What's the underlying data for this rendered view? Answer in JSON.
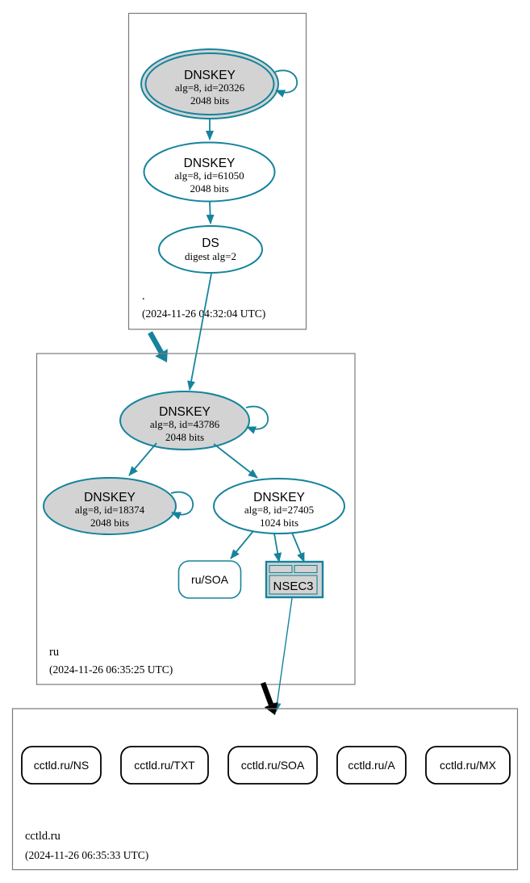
{
  "colors": {
    "secure_teal": "#15839c",
    "insecure_black": "#000000",
    "ksk_fill_gray": "#d3d3d3",
    "zone_box_border": "#7a7a7a"
  },
  "zones": [
    {
      "label": ".",
      "timestamp": "(2024-11-26 04:32:04 UTC)",
      "nodes": {
        "ksk": {
          "title": "DNSKEY",
          "detail": "alg=8, id=20326",
          "size": "2048 bits"
        },
        "zsk": {
          "title": "DNSKEY",
          "detail": "alg=8, id=61050",
          "size": "2048 bits"
        },
        "ds": {
          "title": "DS",
          "detail": "digest alg=2"
        }
      }
    },
    {
      "label": "ru",
      "timestamp": "(2024-11-26 06:35:25 UTC)",
      "nodes": {
        "ksk": {
          "title": "DNSKEY",
          "detail": "alg=8, id=43786",
          "size": "2048 bits"
        },
        "key18374": {
          "title": "DNSKEY",
          "detail": "alg=8, id=18374",
          "size": "2048 bits"
        },
        "zsk": {
          "title": "DNSKEY",
          "detail": "alg=8, id=27405",
          "size": "1024 bits"
        },
        "soa": {
          "label": "ru/SOA"
        },
        "nsec3": {
          "label": "NSEC3"
        }
      }
    },
    {
      "label": "cctld.ru",
      "timestamp": "(2024-11-26 06:35:33 UTC)",
      "rrsets": [
        {
          "label": "cctld.ru/NS"
        },
        {
          "label": "cctld.ru/TXT"
        },
        {
          "label": "cctld.ru/SOA"
        },
        {
          "label": "cctld.ru/A"
        },
        {
          "label": "cctld.ru/MX"
        }
      ]
    }
  ]
}
